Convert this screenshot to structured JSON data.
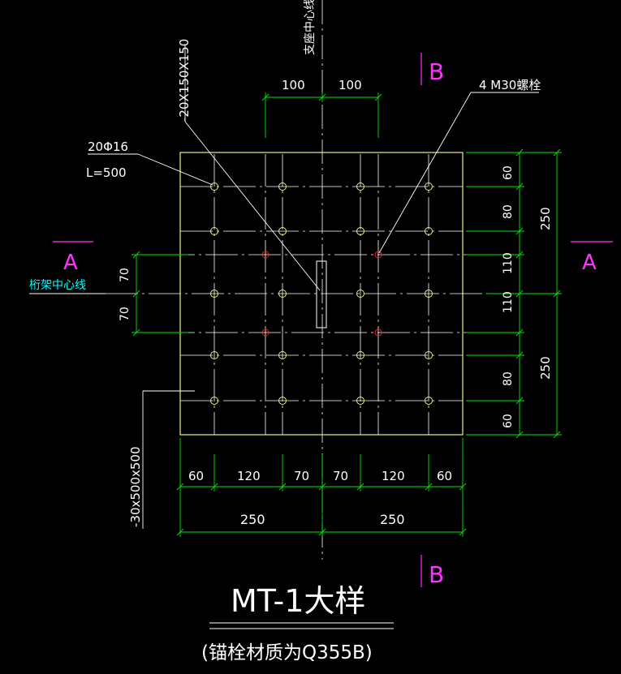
{
  "colors": {
    "background": "#000000",
    "plate": "#f0f080",
    "grid": "#ffffff",
    "dimension": "#00e600",
    "magenta": "#ff33ff",
    "cyan": "#00ffff",
    "hole": "#f0f080",
    "bolt": "#ff2020",
    "text": "#ffffff"
  },
  "labels": {
    "support_centerline": "支座中心线",
    "truss_centerline": "桁架中心线",
    "stiffener_plate": "-20X150X150",
    "rebar_count": "20Φ16",
    "rebar_length": "L=500",
    "anchor_bolts": "4 M30螺栓",
    "base_plate": "-30x500x500",
    "section_a": "A",
    "section_b": "B",
    "title": "MT-1大样",
    "subtitle": "(锚栓材质为Q355B)"
  },
  "dimensions": {
    "top": [
      "100",
      "100"
    ],
    "right": [
      "60",
      "80",
      "110",
      "110",
      "80",
      "60"
    ],
    "right_total": [
      "250",
      "250"
    ],
    "left": [
      "70",
      "70"
    ],
    "bottom": [
      "60",
      "120",
      "70",
      "70",
      "120",
      "60"
    ],
    "bottom_total": [
      "250",
      "250"
    ]
  }
}
